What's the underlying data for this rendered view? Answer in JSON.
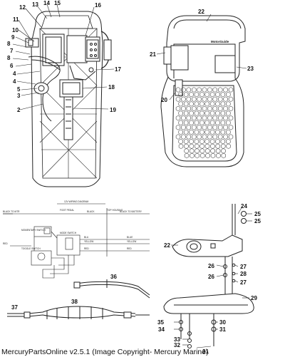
{
  "callouts": {
    "c12": "12",
    "c13": "13",
    "c14": "14",
    "c15": "15",
    "c16": "16",
    "c11": "11",
    "c10": "10",
    "c9": "9",
    "c8a": "8",
    "c7": "7",
    "c8b": "8",
    "c6": "6",
    "c4a": "4",
    "c4b": "4",
    "c5": "5",
    "c3": "3",
    "c2": "2",
    "c17": "17",
    "c18": "18",
    "c19": "19",
    "c22a": "22",
    "c21": "21",
    "c23": "23",
    "c20": "20",
    "c24": "24",
    "c25a": "25",
    "c25b": "25",
    "c22b": "22",
    "c26a": "26",
    "c27a": "27",
    "c28": "28",
    "c26b": "26",
    "c27b": "27",
    "c29": "29",
    "c36": "36",
    "c37": "37",
    "c38": "38",
    "c35": "35",
    "c30": "30",
    "c34": "34",
    "c31a": "31",
    "c33": "33",
    "c32": "32",
    "c31b": "31"
  },
  "wiring": {
    "title": "12V WIRING DIAGRAM",
    "foot_pedal": "FOOT PEDAL",
    "top_housing": "TOP HOUSING",
    "black_to_mtr": "BLACK TO MTR",
    "black_left": "BLACK",
    "black_to_battery": "BLACK TO BATTERY",
    "red": "RED",
    "blue": "BLUE",
    "yellow": "YELLOW",
    "red_right": "RED",
    "blu": "BLU",
    "yel": "YELLOW",
    "red_mid": "RED",
    "momentary": "MOMENTARY SWITCH",
    "mode_switch": "MODE SWITCH",
    "toggle_switch": "TOGGLE SWITCH"
  },
  "brand": "MotorGuide",
  "footer": "MercuryPartsOnline v2.5.1 (Image Copyright- Mercury Marine)"
}
